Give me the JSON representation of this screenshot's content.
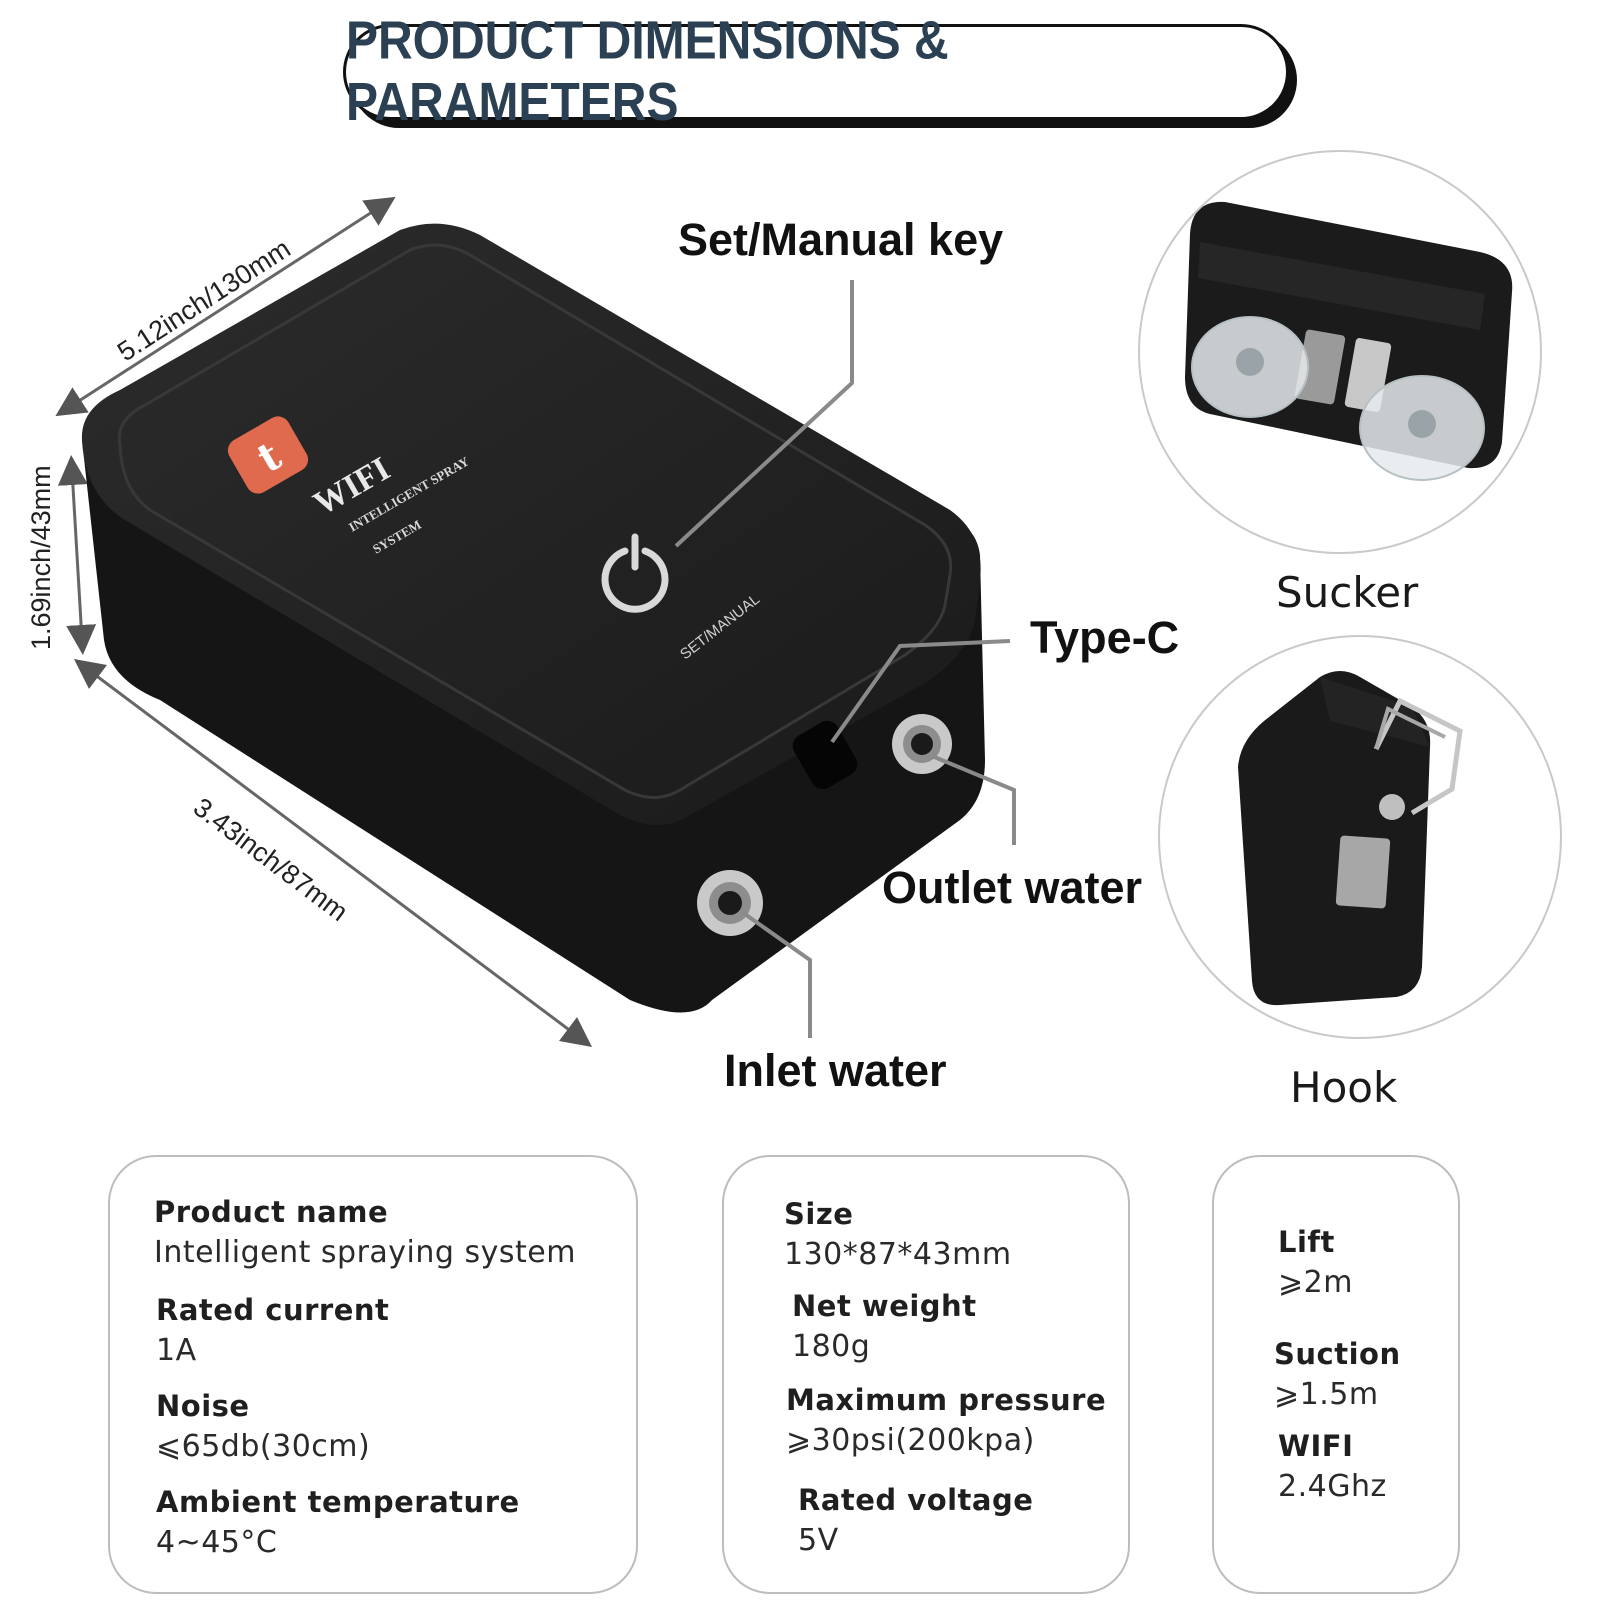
{
  "header": {
    "title": "PRODUCT DIMENSIONS & PARAMETERS"
  },
  "device": {
    "brand_line": "WIFI",
    "subtitle_line1": "INTELLIGENT SPRAY",
    "subtitle_line2": "SYSTEM",
    "key_marking": "SET/MANUAL"
  },
  "dimensions": {
    "length": "5.12inch/130mm",
    "height": "1.69inch/43mm",
    "width": "3.43inch/87mm"
  },
  "callouts": {
    "set_manual_key": "Set/Manual key",
    "type_c": "Type-C",
    "outlet_water": "Outlet water",
    "inlet_water": "Inlet water"
  },
  "insets": {
    "sucker": "Sucker",
    "hook": "Hook"
  },
  "specs": {
    "box1": [
      {
        "label": "Product name",
        "value": "Intelligent spraying system"
      },
      {
        "label": "Rated current",
        "value": "1A"
      },
      {
        "label": "Noise",
        "value": "⩽65db(30cm)"
      },
      {
        "label": "Ambient temperature",
        "value": "4~45°C"
      }
    ],
    "box2": [
      {
        "label": "Size",
        "value": "130*87*43mm"
      },
      {
        "label": "Net weight",
        "value": "180g"
      },
      {
        "label": "Maximum pressure",
        "value": "⩾30psi(200kpa)"
      },
      {
        "label": "Rated voltage",
        "value": "5V"
      }
    ],
    "box3": [
      {
        "label": "Lift",
        "value": "⩾2m"
      },
      {
        "label": "Suction",
        "value": "⩾1.5m"
      },
      {
        "label": "WIFI",
        "value": "2.4Ghz"
      }
    ]
  },
  "colors": {
    "title": "#2b4052",
    "device_body": "#1c1c1c",
    "brand_badge": "#e06a4e"
  },
  "icons": [
    "power-icon",
    "brand-logo-icon"
  ]
}
